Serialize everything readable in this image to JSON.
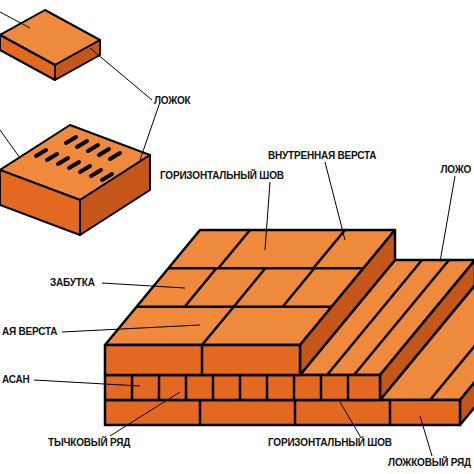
{
  "diagram": {
    "labels": [
      "ЛОЖОК",
      "ВНУТРЕННАЯ ВЕРСТА",
      "ГОРИЗОНТАЛЬНЫЙ ШОВ",
      "ЛОЖО",
      "ЗАБУТКА",
      "АЯ ВЕРСТА",
      "АСАН",
      "ТЫЧКОВЫЙ РЯД",
      "ГОРИЗОНТАЛЬНЫЙ ШОВ",
      "ЛОЖКОВЫЙ РЯД"
    ]
  }
}
